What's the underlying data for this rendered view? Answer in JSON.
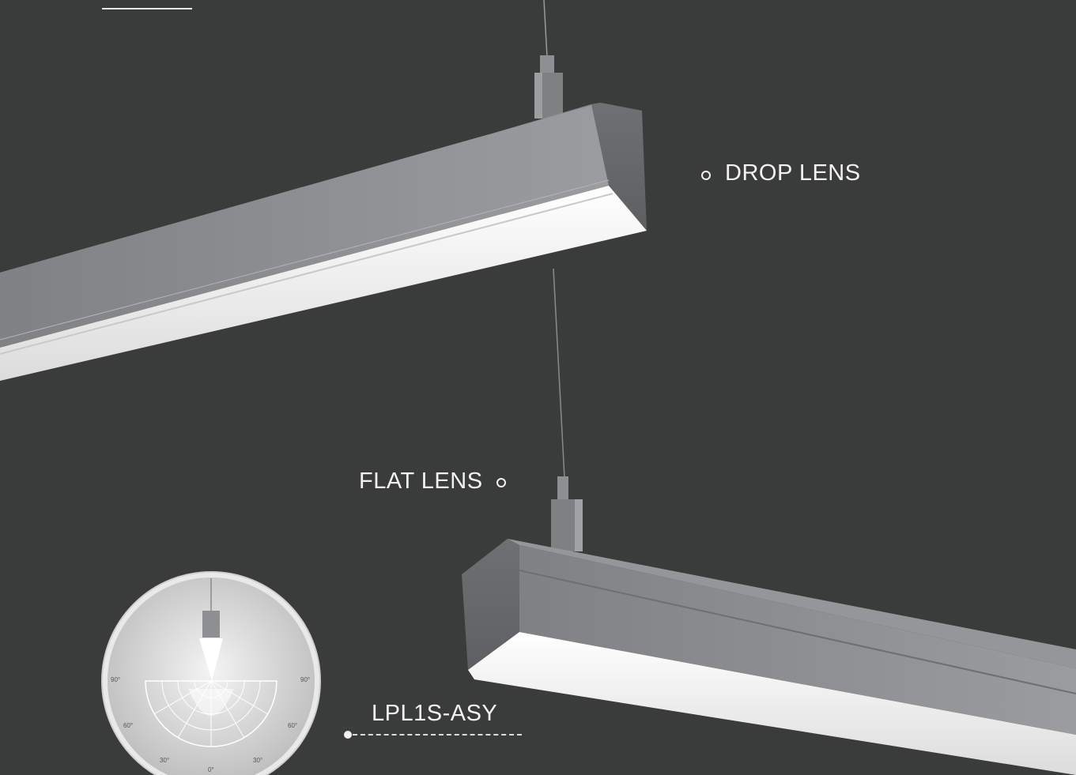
{
  "labels": {
    "drop_lens": "DROP LENS",
    "flat_lens": "FLAT LENS",
    "model": "LPL1S-ASY"
  },
  "polar_diagram": {
    "angle_labels": [
      "90°",
      "90°",
      "60°",
      "60°",
      "30°",
      "30°",
      "0°"
    ]
  },
  "colors": {
    "background": "#3a3b3b",
    "housing": "#8a8c8e",
    "lens": "#f4f4f4",
    "text": "#f2f2f2"
  }
}
